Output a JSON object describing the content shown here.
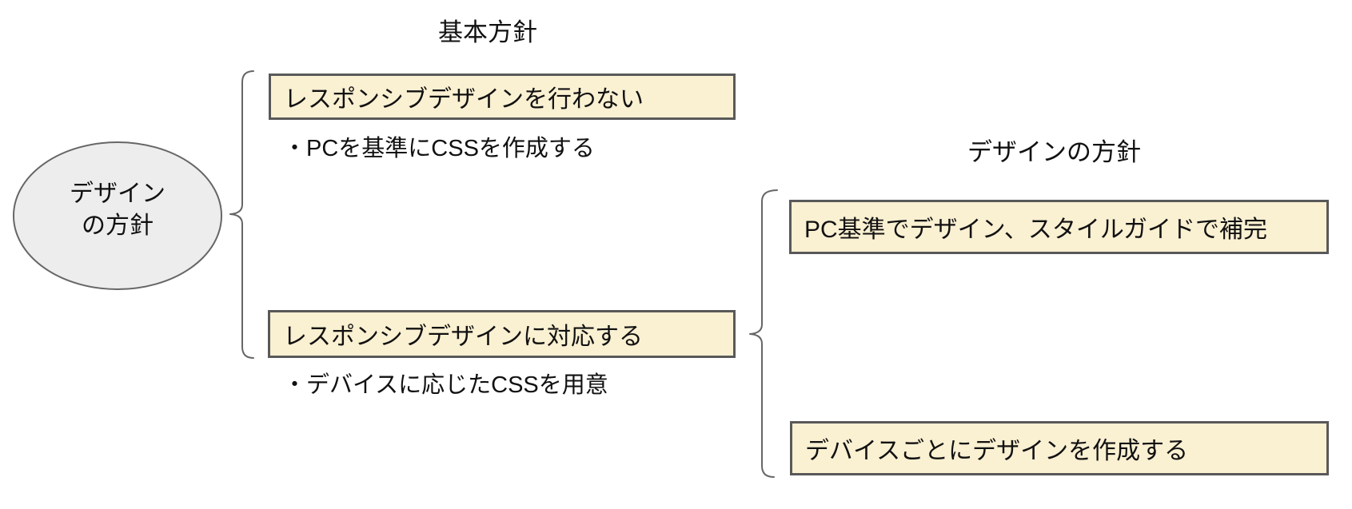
{
  "diagram": {
    "root": {
      "label": "デザイン\nの方針"
    },
    "left_group": {
      "title": "基本方針",
      "nodes": [
        {
          "label": "レスポンシブデザインを行わない",
          "note": "・PCを基準にCSSを作成する"
        },
        {
          "label": "レスポンシブデザインに対応する",
          "note": "・デバイスに応じたCSSを用意"
        }
      ]
    },
    "right_group": {
      "title": "デザインの方針",
      "nodes": [
        {
          "label": "PC基準でデザイン、スタイルガイドで補完"
        },
        {
          "label": "デバイスごとにデザインを作成する"
        }
      ]
    },
    "colors": {
      "node_fill": "#FAF0D2",
      "node_border": "#595959",
      "ellipse_fill": "#EDEDED",
      "ellipse_border": "#666666",
      "brace": "#666666",
      "text": "#111111",
      "background": "#FFFFFF"
    }
  }
}
